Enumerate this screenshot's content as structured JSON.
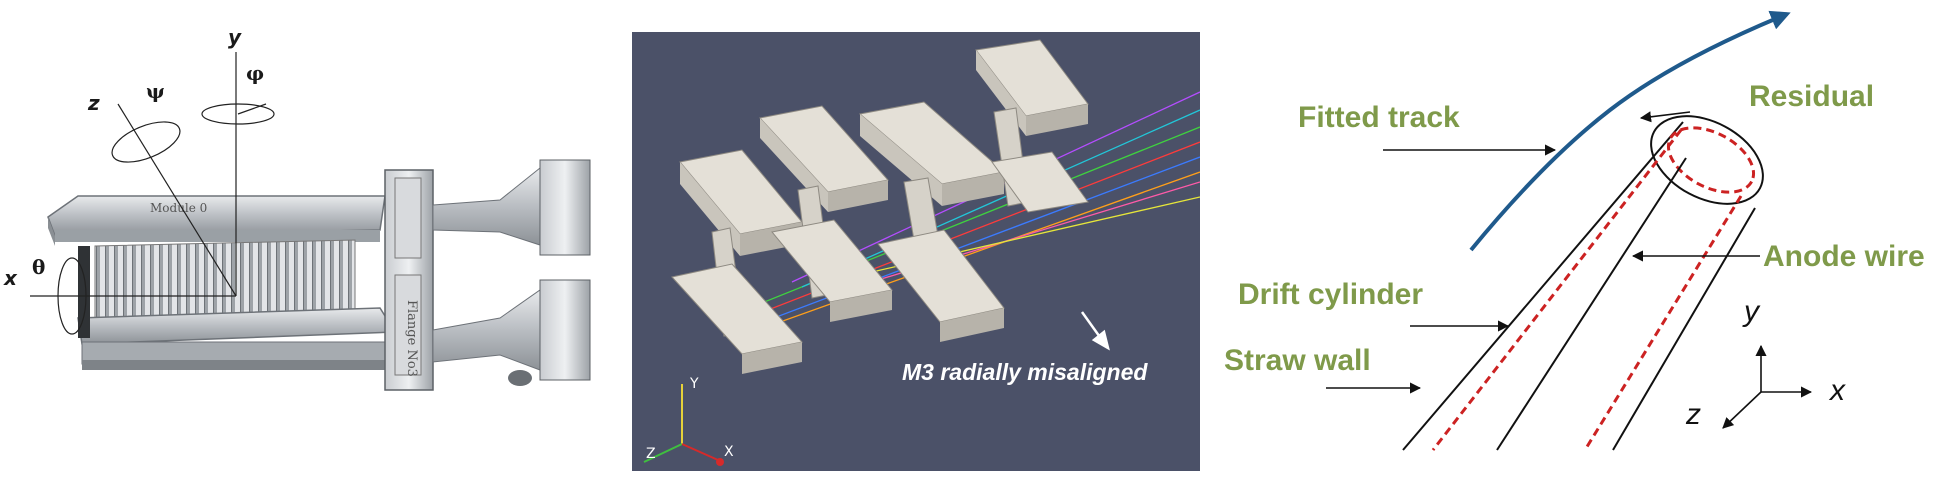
{
  "panel1": {
    "axes": {
      "y": "y",
      "z": "z",
      "x": "x"
    },
    "angles": {
      "phi": "φ",
      "psi": "ψ",
      "theta": "θ"
    },
    "module_plate": "Module 0",
    "flange_plate": "Flange No3"
  },
  "panel2": {
    "annotation": "M3 radially misaligned",
    "axis_y": "Y",
    "axis_z": "Z",
    "axis_x": "X",
    "colors": {
      "background": "#4b5168",
      "module": "#d8d4cb",
      "axis_y": "#e6d23a",
      "axis_z": "#3fbf3f",
      "axis_x": "#d62a2a"
    }
  },
  "panel3": {
    "labels": {
      "fitted_track": "Fitted track",
      "residual": "Residual",
      "anode_wire": "Anode wire",
      "drift_cylinder": "Drift cylinder",
      "straw_wall": "Straw wall"
    },
    "axes": {
      "y": "y",
      "x": "x",
      "z": "z"
    },
    "colors": {
      "label": "#7f9a4a",
      "track": "#1f5a8c",
      "dashed": "#cc2222"
    }
  }
}
